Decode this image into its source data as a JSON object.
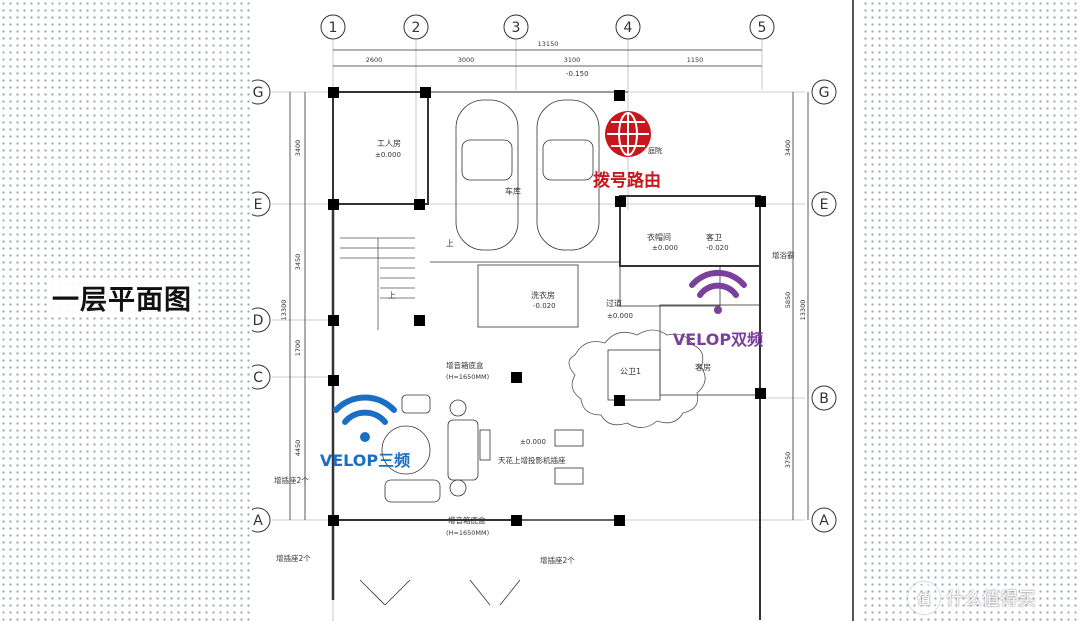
{
  "page": {
    "title": "一层平面图",
    "watermark": "什么值得买",
    "watermark_icon": "值"
  },
  "grid": {
    "columns": [
      "1",
      "2",
      "3",
      "4",
      "5"
    ],
    "rows_left": [
      "G",
      "E",
      "D",
      "C",
      "A"
    ],
    "rows_right": [
      "G",
      "E",
      "B",
      "A"
    ]
  },
  "dimensions": {
    "top_total": "13150",
    "top_segments": [
      "2600",
      "3000",
      "3100",
      "1150"
    ],
    "left_segments": [
      "3400",
      "3450",
      "1700",
      "4450"
    ],
    "left_total": "13300",
    "right_segments": [
      "3400",
      "5850",
      "3750"
    ],
    "right_total": "13300"
  },
  "rooms": {
    "worker_room": "工人房",
    "worker_room_level": "±0.000",
    "garage": "车库",
    "garage_level": "-0.150",
    "courtyard": "庭院",
    "closet": "衣帽间",
    "closet_level": "±0.000",
    "guest_bath": "客卫",
    "guest_bath_level": "-0.020",
    "laundry": "洗衣房",
    "laundry_level": "-0.020",
    "corridor": "过道",
    "corridor_level": "±0.000",
    "public_bath": "公卫1",
    "guest_room": "客房",
    "living_level": "±0.000",
    "stair_up_1": "上",
    "stair_up_2": "上"
  },
  "annotations": {
    "add_cabinet": "增浴霸",
    "speaker_box_1": "增音箱底盒",
    "speaker_box_1_h": "(H=1650MM)",
    "speaker_box_2": "增音箱底盒",
    "speaker_box_2_h": "(H=1650MM)",
    "projector_socket": "天花上增投影机插座",
    "socket_left": "增插座2个",
    "socket_bottom_left": "增插座2个",
    "socket_bottom_right": "增插座2个"
  },
  "devices": {
    "router_label": "拨号路由",
    "velop_dual": "VELOP双频",
    "velop_tri": "VELOP三频",
    "colors": {
      "router": "#c8161d",
      "velop_dual": "#7b3f9e",
      "velop_tri": "#1a6fc4"
    },
    "router_icon": "globe-icon",
    "wifi_icon": "wifi-icon"
  }
}
